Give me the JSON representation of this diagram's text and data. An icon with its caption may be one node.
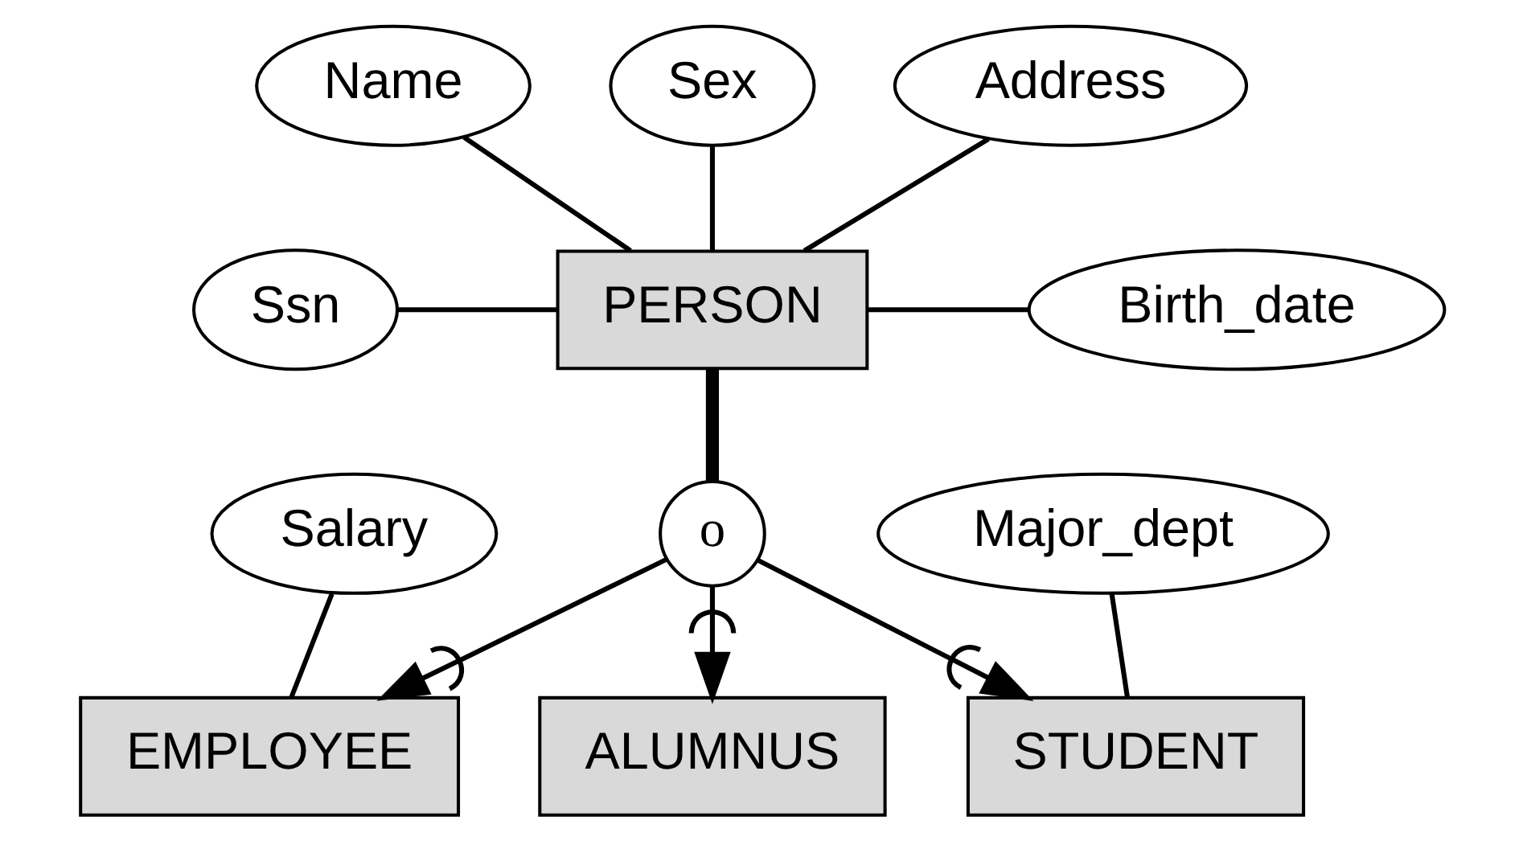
{
  "diagram": {
    "nodes": [
      {
        "text": [
          "Name"
        ]
      },
      {
        "text": [
          "Sex"
        ]
      },
      {
        "text": [
          "Address"
        ]
      },
      {
        "text": [
          "Ssn"
        ]
      },
      {
        "text": [
          "PERSON"
        ]
      },
      {
        "text": [
          "Birth_date"
        ]
      },
      {
        "text": [
          "o"
        ]
      },
      {
        "text": [
          "Salary"
        ]
      },
      {
        "text": [
          "Major_dept"
        ]
      },
      {
        "text": [
          "EMPLOYEE"
        ]
      },
      {
        "text": [
          "ALUMNUS"
        ]
      },
      {
        "text": [
          "STUDENT"
        ]
      }
    ],
    "edges": [
      {
        "from": 0,
        "to": 4,
        "arrow": "none"
      },
      {
        "from": 1,
        "to": 4,
        "arrow": "none"
      },
      {
        "from": 2,
        "to": 4,
        "arrow": "none"
      },
      {
        "from": 3,
        "to": 4,
        "arrow": "none"
      },
      {
        "from": 4,
        "to": 5,
        "arrow": "none"
      },
      {
        "from": 4,
        "to": 6,
        "arrow": "none",
        "style": "thick"
      },
      {
        "from": 6,
        "to": 9,
        "arrow": "to"
      },
      {
        "from": 6,
        "to": 10,
        "arrow": "to"
      },
      {
        "from": 6,
        "to": 11,
        "arrow": "to"
      },
      {
        "from": 7,
        "to": 9,
        "arrow": "none"
      },
      {
        "from": 8,
        "to": 11,
        "arrow": "none"
      }
    ]
  }
}
